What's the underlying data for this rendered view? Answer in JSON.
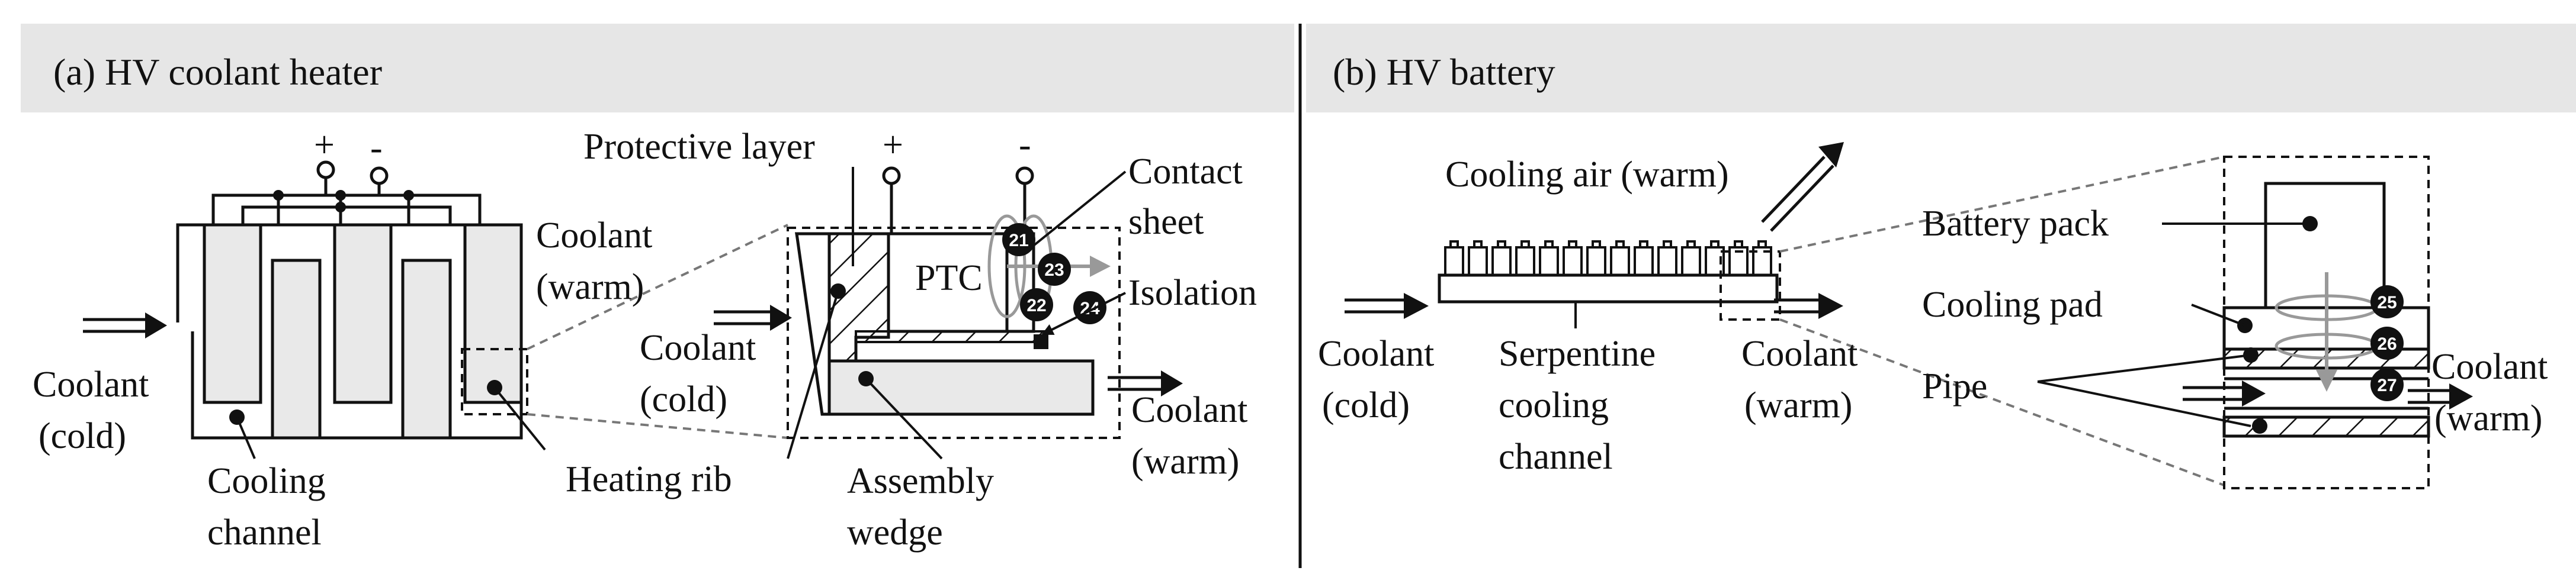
{
  "colors": {
    "header_bg": "#e6e6e6",
    "fill_light": "#e9e9e9",
    "line": "#111111",
    "dashed_gray": "#777777",
    "marker_fill": "#111111",
    "marker_text": "#ffffff",
    "heat_arrow": "#9a9a9a"
  },
  "panel_a": {
    "title": "(a) HV coolant heater",
    "plus": "+",
    "minus": "-",
    "labels": {
      "coolant_warm_l1": "Coolant",
      "coolant_warm_l2": "(warm)",
      "coolant_cold_l1": "Coolant",
      "coolant_cold_l2": "(cold)",
      "cooling_channel_l1": "Cooling",
      "cooling_channel_l2": "channel",
      "heating_rib": "Heating rib",
      "protective_layer": "Protective layer",
      "contact_sheet_l1": "Contact",
      "contact_sheet_l2": "sheet",
      "isolation": "Isolation",
      "ptc": "PTC",
      "zoom_cold_l1": "Coolant",
      "zoom_cold_l2": "(cold)",
      "zoom_warm_l1": "Coolant",
      "zoom_warm_l2": "(warm)",
      "assembly_wedge_l1": "Assembly",
      "assembly_wedge_l2": "wedge"
    },
    "markers": [
      "21",
      "22",
      "23",
      "24"
    ]
  },
  "panel_b": {
    "title": "(b) HV battery",
    "labels": {
      "cooling_air": "Cooling air (warm)",
      "coolant_cold_l1": "Coolant",
      "coolant_cold_l2": "(cold)",
      "serpentine_l1": "Serpentine",
      "serpentine_l2": "cooling",
      "serpentine_l3": "channel",
      "coolant_warm_l1": "Coolant",
      "coolant_warm_l2": "(warm)",
      "battery_pack": "Battery pack",
      "cooling_pad": "Cooling pad",
      "pipe": "Pipe",
      "zoom_warm_l1": "Coolant",
      "zoom_warm_l2": "(warm)"
    },
    "markers": [
      "25",
      "26",
      "27"
    ]
  }
}
